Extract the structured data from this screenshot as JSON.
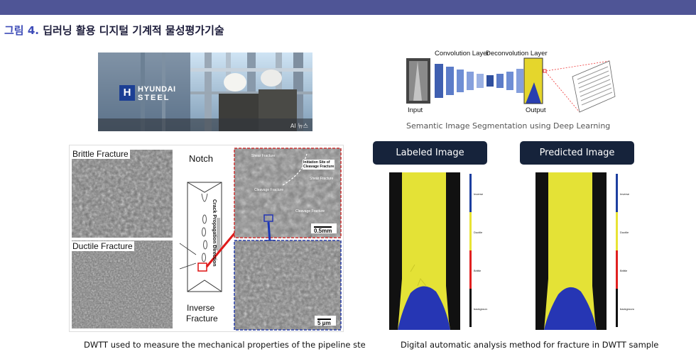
{
  "figure": {
    "label": "그림 4.",
    "title": "딥러닝 활용 디지털 기계적 물성평가기술"
  },
  "photo": {
    "logo_line1": "HYUNDAI",
    "logo_line2": "STEEL",
    "watermark": "AI 뉴스"
  },
  "network": {
    "conv_label": "Convolution Layer",
    "deconv_label": "Deconvolution Layer",
    "input_label": "Input",
    "output_label": "Output",
    "caption": "Semantic Image Segmentation using Deep Learning"
  },
  "fracture": {
    "brittle_label": "Brittle Fracture",
    "ductile_label": "Ductile Fracture",
    "notch_label": "Notch",
    "inverse_label": "Inverse",
    "fracture_label": "Fracture",
    "crack_direction": "Crack Propagation Direction",
    "shear_top": "Shear Fracture",
    "initiation_line1": "Initiation Site of",
    "initiation_line2": "Cleavage Fracture",
    "shear_right": "Shear Fracture",
    "cleavage1": "Cleavage Fracture",
    "cleavage2": "Cleavage Fracture",
    "scale_top": "0.5mm",
    "scale_bottom": "5 μm",
    "caption": "DWTT used to measure the mechanical properties of the pipeline ste"
  },
  "analysis": {
    "labeled_title": "Labeled Image",
    "predicted_title": "Predicted Image",
    "legend": [
      "Inverse",
      "Ductile",
      "Brittle",
      "background"
    ],
    "legend_colors": [
      "#1d3fa0",
      "#e8e334",
      "#e02020",
      "#111111"
    ],
    "caption": "Digital automatic analysis method for fracture in DWTT sample"
  }
}
